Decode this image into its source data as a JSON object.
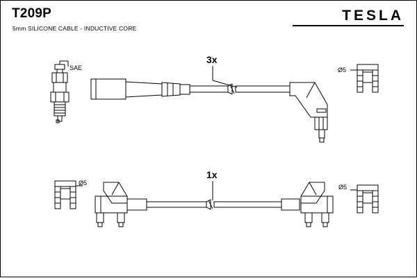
{
  "header": {
    "part_number": "T209P",
    "description": "5mm SILICONE CABLE - INDUCTIVE CORE",
    "brand": "TESLA"
  },
  "labels": {
    "sae": "SAE",
    "qty_top": "3x",
    "qty_bottom": "1x",
    "diameter_top_right": "Ø5",
    "diameter_bottom_left": "Ø5",
    "diameter_bottom_right": "Ø5"
  },
  "colors": {
    "outline": "#000000",
    "fill_light": "#e9e9e9",
    "fill_mid": "#d2d2d2",
    "fill_dark": "#b5b5b5",
    "background": "#ffffff"
  },
  "diagram": {
    "type": "technical-line-drawing",
    "subject": "ignition cable kit",
    "groups": [
      {
        "name": "spark-plug-reference",
        "quantity": null
      },
      {
        "name": "long-cable-assembly",
        "quantity": "3x"
      },
      {
        "name": "short-cable-assembly",
        "quantity": "1x"
      }
    ]
  }
}
